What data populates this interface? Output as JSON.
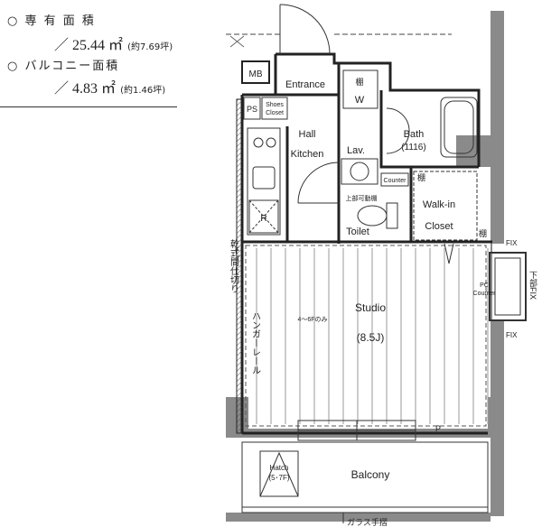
{
  "legend": {
    "private_area_label": "○ 専 有 面 積",
    "private_area_value": "／ 25.44 ㎡",
    "private_area_tsubo": "(約7.69坪)",
    "balcony_area_label": "○ バルコニー面積",
    "balcony_area_value": "／ 4.83 ㎡",
    "balcony_area_tsubo": "(約1.46坪)"
  },
  "rooms": {
    "mb": "MB",
    "entrance": "Entrance",
    "shelf_top": "棚",
    "w": "W",
    "ps": "PS",
    "shoes_line1": "Shoes",
    "shoes_line2": "Closet",
    "hall": "Hall",
    "kitchen": "Kitchen",
    "lav": "Lav.",
    "bath": "Bath",
    "bath_size": "(1116)",
    "counter": "Counter",
    "upper_shelf": "上部可動棚",
    "shelf_side": "棚",
    "walkin_line1": "Walk-in",
    "walkin_line2": "Closet",
    "toilet": "Toilet",
    "r": "R",
    "studio": "Studio",
    "studio_size": "(8.5J)",
    "floor_note": "4～6Fのみ",
    "hanger_rail": "ハンガーレール",
    "partition": "乾式間仕切り",
    "pc_line1": "PC",
    "pc_line2": "Counter",
    "fix_top": "FIX",
    "fix_bottom": "FIX",
    "lower_fix": "下部FIX",
    "p": "P",
    "hatch_line1": "Hatch",
    "hatch_line2": "(5･7F)",
    "balcony": "Balcony",
    "glass_rail": "ガラス手摺"
  }
}
